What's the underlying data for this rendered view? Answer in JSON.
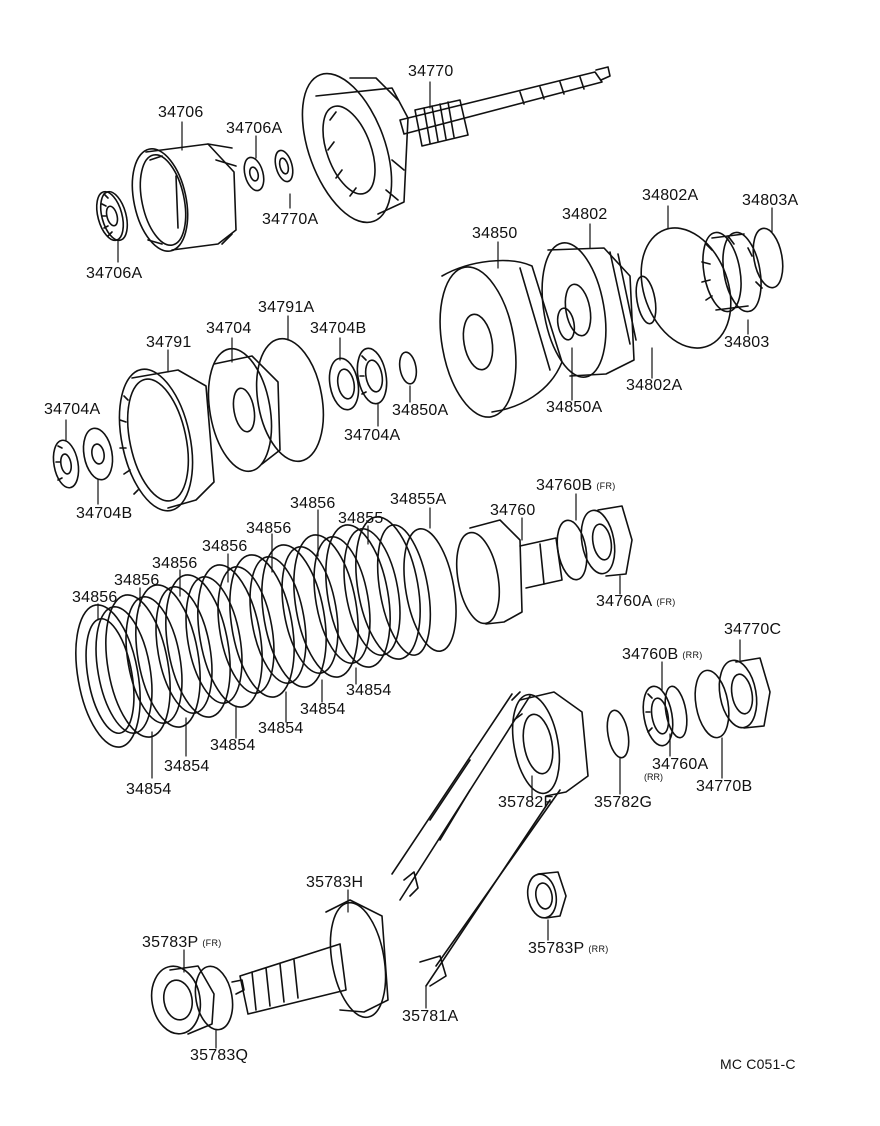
{
  "labels": {
    "p34770": "34770",
    "p34706": "34706",
    "p34706A_top": "34706A",
    "p34770A": "34770A",
    "p34706A_bot": "34706A",
    "p34802A_top": "34802A",
    "p34803A": "34803A",
    "p34850": "34850",
    "p34802": "34802",
    "p34803": "34803",
    "p34802A_bot": "34802A",
    "p34850A_right": "34850A",
    "p34791A": "34791A",
    "p34704": "34704",
    "p34704B_top": "34704B",
    "p34791": "34791",
    "p34850A_mid": "34850A",
    "p34704A_right": "34704A",
    "p34704A_left": "34704A",
    "p34704B_bot": "34704B",
    "p34760B_fr": "34760B",
    "p34855A": "34855A",
    "p34760": "34760",
    "p34856_1": "34856",
    "p34855": "34855",
    "p34856_2": "34856",
    "p34856_3": "34856",
    "p34856_4": "34856",
    "p34856_5": "34856",
    "p34856_6": "34856",
    "p34760A_fr": "34760A",
    "p34770C": "34770C",
    "p34760B_rr": "34760B",
    "p34854_1": "34854",
    "p34854_2": "34854",
    "p34854_3": "34854",
    "p34854_4": "34854",
    "p34854_5": "34854",
    "p34854_6": "34854",
    "p34760A_rr": "34760A",
    "p34770B": "34770B",
    "p35782F": "35782F",
    "p35782G": "35782G",
    "p35783H": "35783H",
    "p35783P_fr": "35783P",
    "p35783P_rr": "35783P",
    "p35781A": "35781A",
    "p35783Q": "35783Q"
  },
  "qualifiers": {
    "fr": "(FR)",
    "rr": "(RR)"
  },
  "drawing_code": "MC  C051-C"
}
